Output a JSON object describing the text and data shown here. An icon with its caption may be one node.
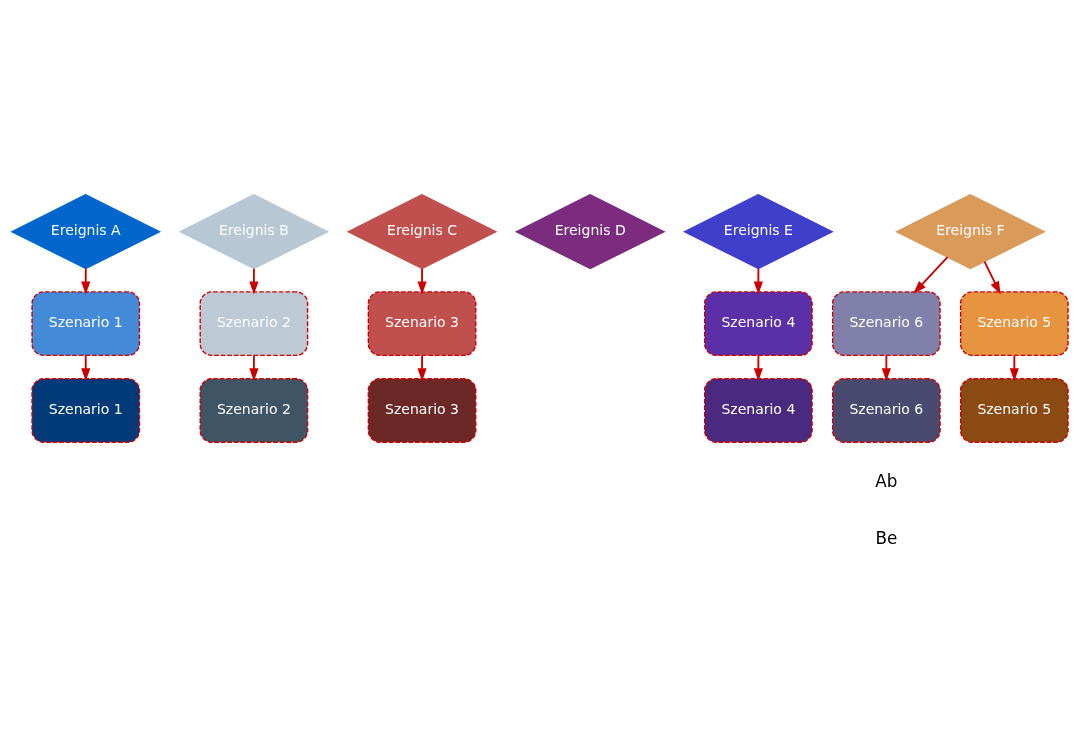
{
  "diagram": {
    "nodes": [
      {
        "text": [
          "Ereignis A"
        ]
      },
      {
        "text": [
          "Ereignis B"
        ]
      },
      {
        "text": [
          "Ereignis C"
        ]
      },
      {
        "text": [
          "Ereignis D"
        ]
      },
      {
        "text": [
          "Ereignis E"
        ]
      },
      {
        "text": [
          "Ereignis F"
        ]
      },
      {
        "text": [
          "Szenario 1"
        ]
      },
      {
        "text": [
          "Szenario 1"
        ]
      },
      {
        "text": [
          "Szenario 2"
        ]
      },
      {
        "text": [
          "Szenario 2"
        ]
      },
      {
        "text": [
          "Szenario 3"
        ]
      },
      {
        "text": [
          "Szenario 3"
        ]
      },
      {
        "text": [
          "Szenario 4"
        ]
      },
      {
        "text": [
          "Szenario 4"
        ]
      },
      {
        "text": [
          "Szenario 6"
        ]
      },
      {
        "text": [
          "Szenario 6"
        ]
      },
      {
        "text": [
          "Szenario 5"
        ]
      },
      {
        "text": [
          "Szenario 5"
        ]
      }
    ],
    "edges": [
      {
        "from": 0,
        "to": 6,
        "arrow": "to"
      },
      {
        "from": 6,
        "to": 7,
        "arrow": "to"
      },
      {
        "from": 1,
        "to": 8,
        "arrow": "to"
      },
      {
        "from": 8,
        "to": 9,
        "arrow": "to"
      },
      {
        "from": 2,
        "to": 10,
        "arrow": "to"
      },
      {
        "from": 10,
        "to": 11,
        "arrow": "to"
      },
      {
        "from": 4,
        "to": 12,
        "arrow": "to"
      },
      {
        "from": 12,
        "to": 13,
        "arrow": "to"
      },
      {
        "from": 5,
        "to": 14,
        "arrow": "to"
      },
      {
        "from": 14,
        "to": 15,
        "arrow": "to"
      },
      {
        "from": 5,
        "to": 16,
        "arrow": "to"
      },
      {
        "from": 16,
        "to": 17,
        "arrow": "to"
      }
    ],
    "labels": [
      "Ab",
      "Be"
    ]
  }
}
